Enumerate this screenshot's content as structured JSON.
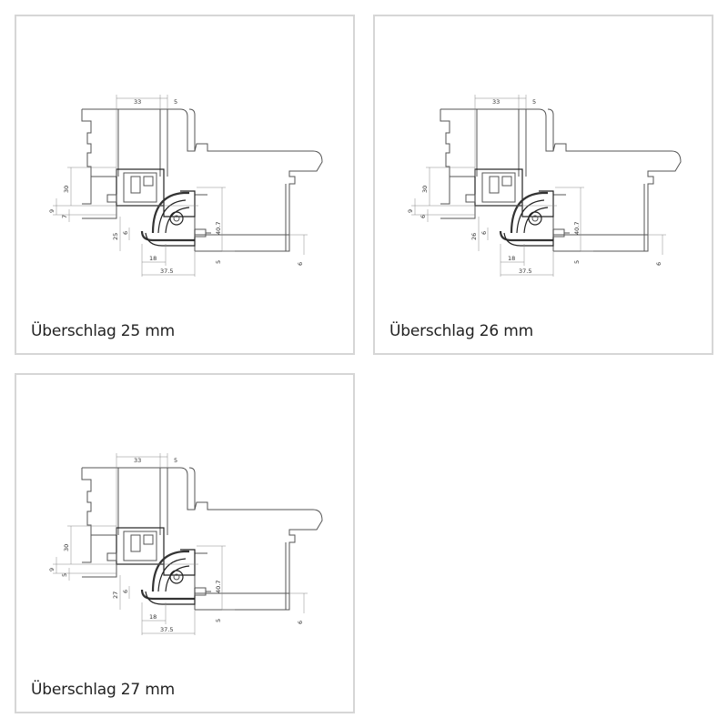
{
  "panels": [
    {
      "caption": "Überschlag 25 mm",
      "dims": {
        "top_a": "33",
        "top_b": "5",
        "left_a": "30",
        "left_b": "9",
        "left_c": "7",
        "left_d": "25",
        "left_e": "6",
        "right_a": "40.7",
        "right_b": "5",
        "right_c": "6",
        "bottom_a": "18",
        "bottom_b": "37.5"
      }
    },
    {
      "caption": "Überschlag 26 mm",
      "dims": {
        "top_a": "33",
        "top_b": "5",
        "left_a": "30",
        "left_b": "9",
        "left_c": "6",
        "left_d": "26",
        "left_e": "6",
        "right_a": "40.7",
        "right_b": "5",
        "right_c": "6",
        "bottom_a": "18",
        "bottom_b": "37.5"
      }
    },
    {
      "caption": "Überschlag 27 mm",
      "dims": {
        "top_a": "33",
        "top_b": "5",
        "left_a": "30",
        "left_b": "9",
        "left_c": "5",
        "left_d": "27",
        "left_e": "6",
        "right_a": "40.7",
        "right_b": "5",
        "right_c": "6",
        "bottom_a": "18",
        "bottom_b": "37.5"
      }
    }
  ]
}
